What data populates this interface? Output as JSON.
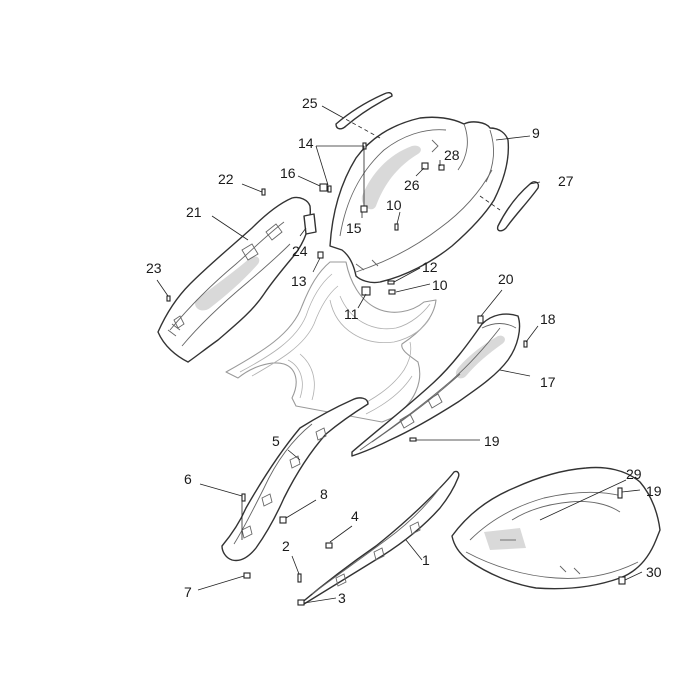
{
  "callouts": [
    {
      "id": "c1",
      "label": "1"
    },
    {
      "id": "c2",
      "label": "2"
    },
    {
      "id": "c3",
      "label": "3"
    },
    {
      "id": "c4",
      "label": "4"
    },
    {
      "id": "c5",
      "label": "5"
    },
    {
      "id": "c6",
      "label": "6"
    },
    {
      "id": "c7",
      "label": "7"
    },
    {
      "id": "c8",
      "label": "8"
    },
    {
      "id": "c9",
      "label": "9"
    },
    {
      "id": "c10a",
      "label": "10"
    },
    {
      "id": "c10b",
      "label": "10"
    },
    {
      "id": "c11",
      "label": "11"
    },
    {
      "id": "c12",
      "label": "12"
    },
    {
      "id": "c13",
      "label": "13"
    },
    {
      "id": "c14",
      "label": "14"
    },
    {
      "id": "c15",
      "label": "15"
    },
    {
      "id": "c16",
      "label": "16"
    },
    {
      "id": "c17",
      "label": "17"
    },
    {
      "id": "c18",
      "label": "18"
    },
    {
      "id": "c19a",
      "label": "19"
    },
    {
      "id": "c19b",
      "label": "19"
    },
    {
      "id": "c20",
      "label": "20"
    },
    {
      "id": "c21",
      "label": "21"
    },
    {
      "id": "c22",
      "label": "22"
    },
    {
      "id": "c23",
      "label": "23"
    },
    {
      "id": "c24",
      "label": "24"
    },
    {
      "id": "c25",
      "label": "25"
    },
    {
      "id": "c26",
      "label": "26"
    },
    {
      "id": "c27",
      "label": "27"
    },
    {
      "id": "c28",
      "label": "28"
    },
    {
      "id": "c29",
      "label": "29"
    },
    {
      "id": "c30",
      "label": "30"
    }
  ]
}
